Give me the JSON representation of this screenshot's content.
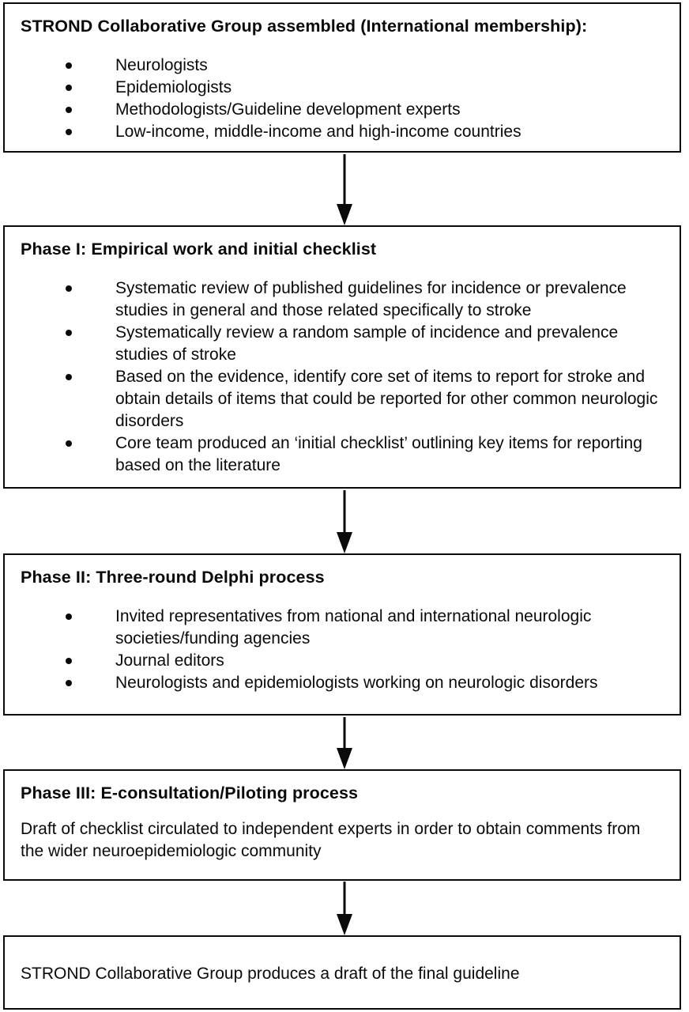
{
  "diagram": {
    "type": "flowchart",
    "colors": {
      "border": "#0a0a0a",
      "text": "#0a0a0a",
      "background": "#ffffff",
      "arrow": "#0a0a0a"
    },
    "boxes": [
      {
        "title": "STROND Collaborative Group assembled (International membership):",
        "bullets": [
          "Neurologists",
          "Epidemiologists",
          "Methodologists/Guideline development experts",
          "Low-income, middle-income and high-income countries"
        ]
      },
      {
        "title": "Phase I: Empirical work and initial checklist",
        "bullets": [
          "Systematic review of published guidelines for incidence or prevalence studies in general and those related specifically to stroke",
          "Systematically review a random sample of incidence and prevalence studies of stroke",
          "Based on the evidence, identify core set of items to report for stroke and obtain details of items that could be reported for other common neurologic disorders",
          "Core team produced an ‘initial checklist’ outlining key items for reporting based on the literature"
        ]
      },
      {
        "title": "Phase II: Three-round Delphi process",
        "bullets": [
          "Invited representatives from national and international neurologic societies/funding agencies",
          "Journal editors",
          "Neurologists and epidemiologists working on neurologic disorders"
        ]
      },
      {
        "title": "Phase III: E-consultation/Piloting process",
        "paragraph": "Draft of checklist circulated to independent experts in order to obtain comments from the wider neuroepidemiologic community"
      },
      {
        "text": "STROND Collaborative Group produces a draft of the final guideline"
      }
    ]
  }
}
